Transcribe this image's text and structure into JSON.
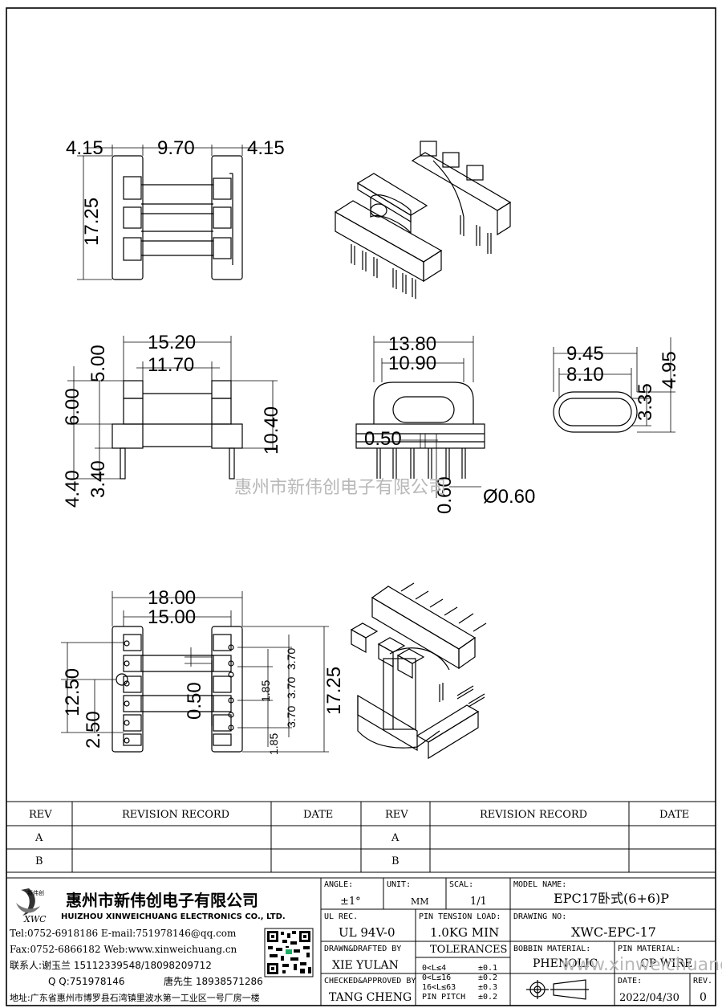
{
  "watermark": {
    "text": "惠州市新伟创电子有限公司",
    "url": "www.xinweichuang.cn"
  },
  "dimensions": {
    "top_left": [
      "4.15",
      "9.70",
      "4.15",
      "17.25"
    ],
    "front": [
      "15.20",
      "11.70",
      "5.00",
      "6.00",
      "4.40",
      "3.40",
      "10.40"
    ],
    "side": [
      "13.80",
      "10.90",
      "0.50",
      "0.60",
      "Ø0.60"
    ],
    "window": [
      "9.45",
      "8.10",
      "3.35",
      "4.95"
    ],
    "bottom": [
      "18.00",
      "15.00",
      "12.50",
      "2.50",
      "0.50",
      "1.85",
      "3.70",
      "3.70",
      "3.70",
      "1.85",
      "17.25"
    ]
  },
  "revision": {
    "headers": [
      "REV",
      "REVISION RECORD",
      "DATE"
    ],
    "left_rows": [
      "A",
      "B"
    ],
    "right_rows": [
      "A",
      "B"
    ]
  },
  "company": {
    "name_cn": "惠州市新伟创电子有限公司",
    "name_en": "HUIZHOU XINWEICHUANG ELECTRONICS CO., LTD.",
    "logo_text": "新伟创",
    "logo_abbr": "XWC",
    "tel": "Tel:0752-6918186 E-mail:751978146@qq.com",
    "fax": "Fax:0752-6866182 Web:www.xinweichuang.cn",
    "contact1": "联系人:谢玉兰 15112339548/18098209712",
    "qq": "Q Q:751978146",
    "contact2": "唐先生 18938571286",
    "address": "地址:广东省惠州市博罗县石湾镇里波水第一工业区一号厂房一楼"
  },
  "titleblock": {
    "angle_label": "ANGLE:",
    "angle_value": "±1°",
    "unit_label": "UNIT:",
    "unit_value": "MM",
    "scal_label": "SCAL:",
    "scal_value": "1/1",
    "model_label": "MODEL NAME:",
    "model_value": "EPC17卧式(6+6)P",
    "ul_label": "UL REC.",
    "ul_value": "UL 94V-0",
    "pin_tension_label": "PIN TENSION LOAD:",
    "pin_tension_value": "1.0KG MIN",
    "drawing_label": "DRAWING NO:",
    "drawing_value": "XWC-EPC-17",
    "drawn_label": "DRAWN&DRAFTED BY",
    "drawn_value": "XIE YULAN",
    "tolerances_label": "TOLERANCES",
    "tol_ranges": [
      "0<L≤4",
      "0<L≤16",
      "16<L≤63",
      "PIN PITCH"
    ],
    "tol_values": [
      "±0.1",
      "±0.2",
      "±0.3",
      "±0.2"
    ],
    "bobbin_label": "BOBBIN MATERIAL:",
    "bobbin_value": "PHENOLIC",
    "pin_mat_label": "PIN MATERIAL:",
    "pin_mat_value": "CP WIRE",
    "checked_label": "CHECKED&APPROVED BY",
    "checked_value": "TANG CHENG",
    "date_label": "DATE:",
    "date_value": "2022/04/30",
    "rev_label": "REV.",
    "rev_value": "0"
  }
}
